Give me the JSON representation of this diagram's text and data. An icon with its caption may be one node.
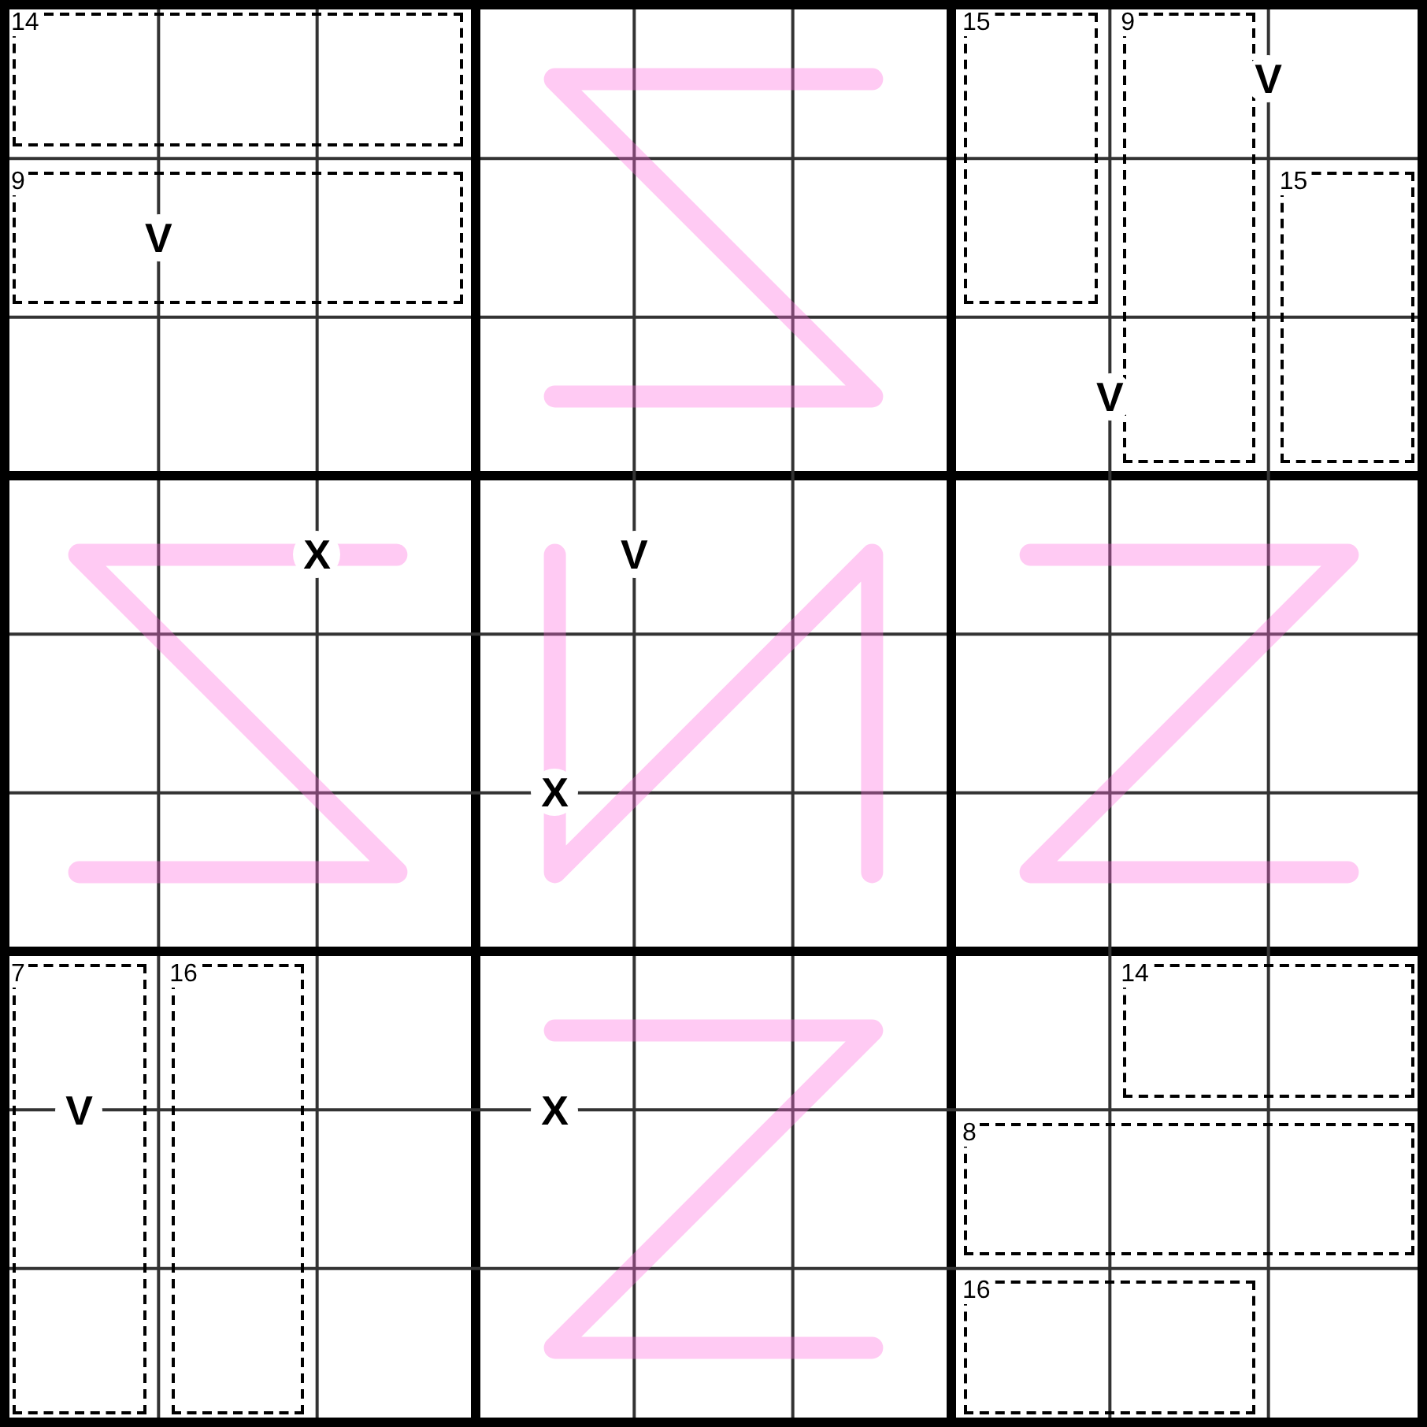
{
  "diagram": {
    "nodes": [
      {
        "text": [
          "14"
        ]
      },
      {
        "text": [
          "15"
        ]
      },
      {
        "text": [
          "9"
        ]
      },
      {
        "text": [
          "9"
        ]
      },
      {
        "text": [
          "15"
        ]
      },
      {
        "text": [
          "7"
        ]
      },
      {
        "text": [
          "16"
        ]
      },
      {
        "text": [
          "14"
        ]
      },
      {
        "text": [
          "8"
        ]
      },
      {
        "text": [
          "16"
        ]
      }
    ],
    "labels": [
      "V",
      "V",
      "V",
      "X",
      "V",
      "X",
      "V",
      "X"
    ]
  }
}
